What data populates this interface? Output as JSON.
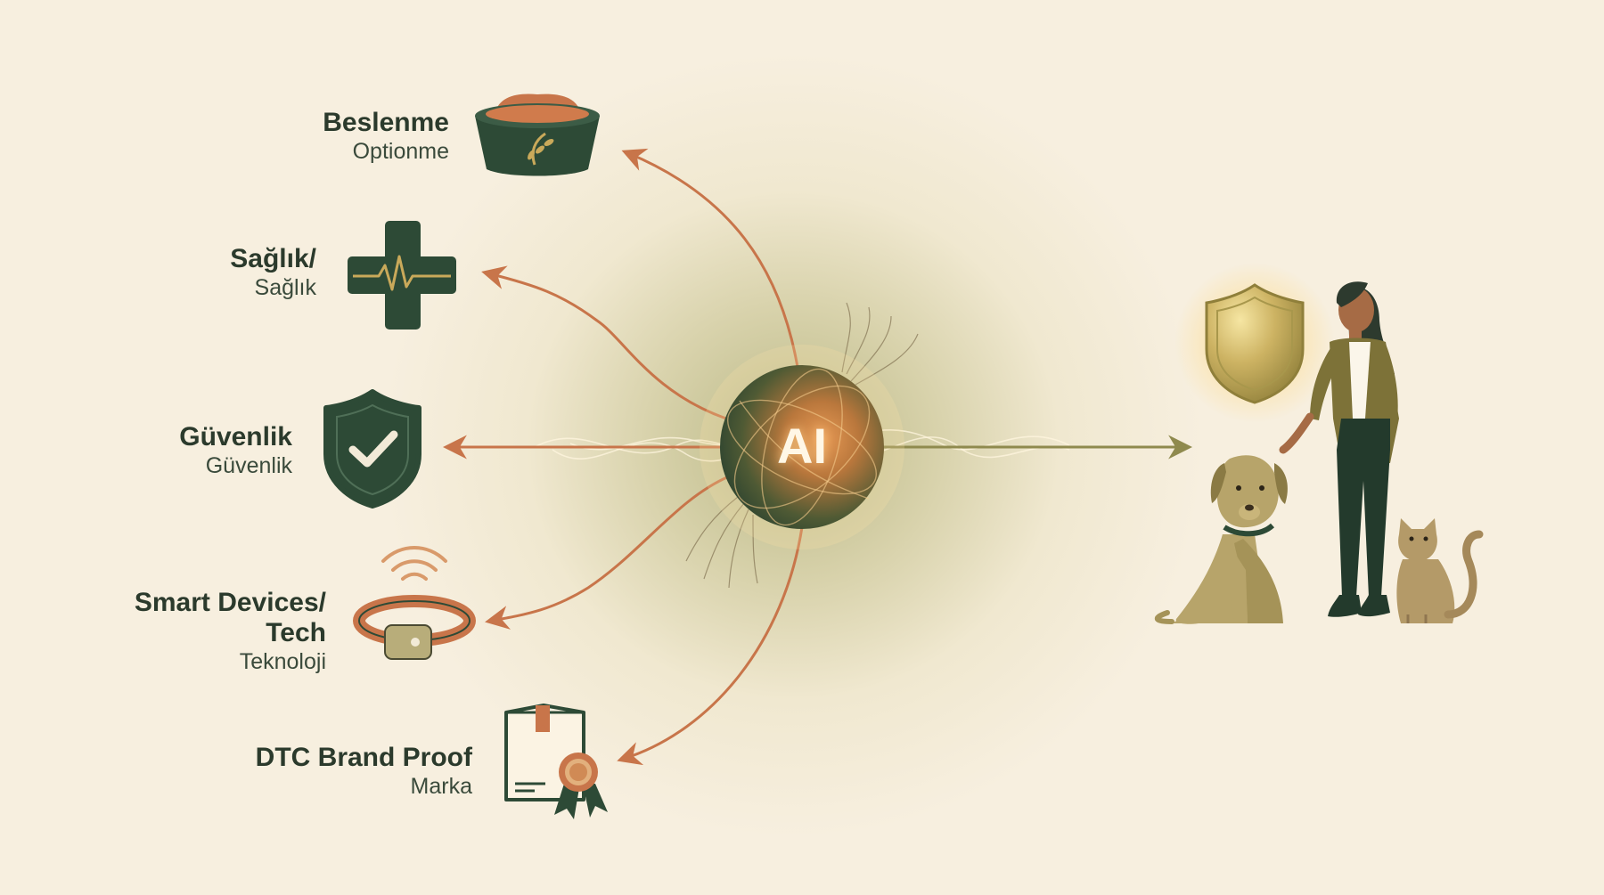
{
  "categories": [
    {
      "main": "Beslenme",
      "sub": "Optionme",
      "icon": "food-bowl-icon"
    },
    {
      "main": "Sağlık/",
      "sub": "Sağlık",
      "icon": "medical-cross-icon"
    },
    {
      "main": "Güvenlik",
      "sub": "Güvenlik",
      "icon": "shield-check-icon"
    },
    {
      "main": "Smart Devices/\nTech",
      "sub": "Teknoloji",
      "icon": "smart-collar-icon"
    },
    {
      "main": "DTC Brand Proof",
      "sub": "Marka",
      "icon": "certificate-box-icon"
    }
  ],
  "center": {
    "label": "AI"
  },
  "colors": {
    "arrow": "#c8754a",
    "arrow_right": "#8f8a4e",
    "dark_green": "#2d4a36",
    "olive": "#7d7238",
    "cream": "#f7efdf",
    "gold": "#c9a95a"
  }
}
